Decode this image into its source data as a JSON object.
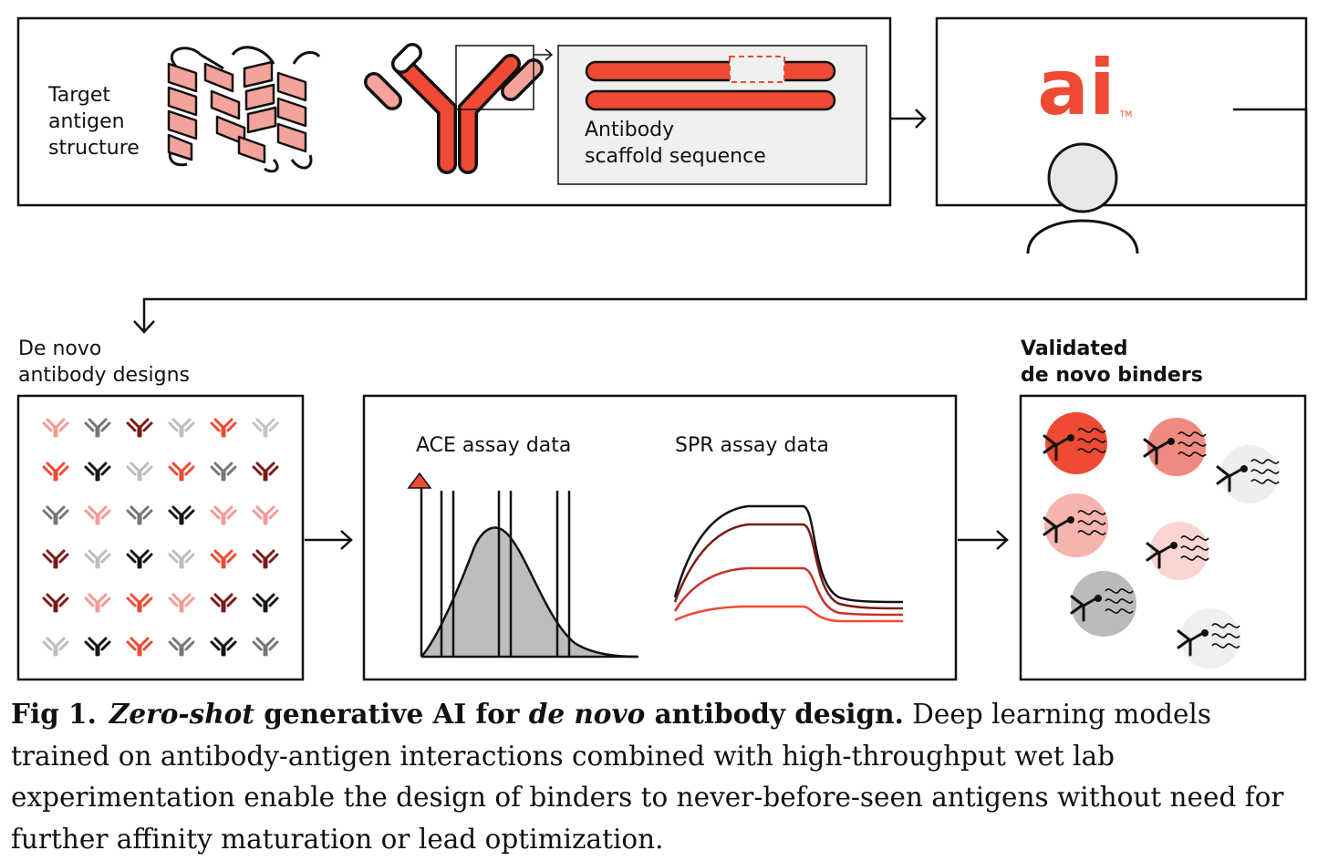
{
  "inputs_panel": {
    "antigen_label": [
      "Target",
      "antigen",
      "structure"
    ],
    "scaffold_label": [
      "Antibody",
      "scaffold sequence"
    ]
  },
  "model_panel": {
    "logo_text": "ai",
    "trademark": "TM"
  },
  "designs_panel": {
    "title_italic": "De novo",
    "title_rest": "antibody designs",
    "grid_colors": [
      [
        "#f29a94",
        "#777777",
        "#7a1a16",
        "#bdbdbd",
        "#f04a33",
        "#c4c4c4"
      ],
      [
        "#f04a33",
        "#151515",
        "#bdbdbd",
        "#f04a33",
        "#777777",
        "#7a1a16"
      ],
      [
        "#777777",
        "#f29a94",
        "#777777",
        "#151515",
        "#f29a94",
        "#f29a94"
      ],
      [
        "#7a1a16",
        "#bdbdbd",
        "#151515",
        "#bdbdbd",
        "#f04a33",
        "#7a1a16"
      ],
      [
        "#7a1a16",
        "#f29a94",
        "#f04a33",
        "#f29a94",
        "#7a1a16",
        "#151515"
      ],
      [
        "#bdbdbd",
        "#151515",
        "#f04a33",
        "#777777",
        "#151515",
        "#777777"
      ]
    ]
  },
  "assay_panel": {
    "ace_label": "ACE assay data",
    "spr_label": "SPR assay data"
  },
  "binders_panel": {
    "title_line1": "Validated",
    "title_italic": "de novo",
    "title_rest": "binders",
    "circle_colors": [
      "#ef4a33",
      "#f08a80",
      "#eeeeee",
      "#f5b4ae",
      "#fad4d1",
      "#bbbbbb",
      "#efefef"
    ]
  },
  "colors": {
    "accent": "#ef4a33",
    "dark_red": "#7a1a16",
    "pink": "#f29a94",
    "gray_fill": "#bdbdbd",
    "panel_gray": "#f0f0ef"
  },
  "caption": {
    "lead": "Fig 1.",
    "title_italic_1": "Zero-shot",
    "title_mid": " generative AI for ",
    "title_italic_2": "de novo",
    "title_end": " antibody design.",
    "body": " Deep learning models trained on antibody-antigen interactions combined with high-throughput wet lab experimentation enable the design of binders to never-before-seen antigens without need for further affinity maturation or lead optimization."
  }
}
